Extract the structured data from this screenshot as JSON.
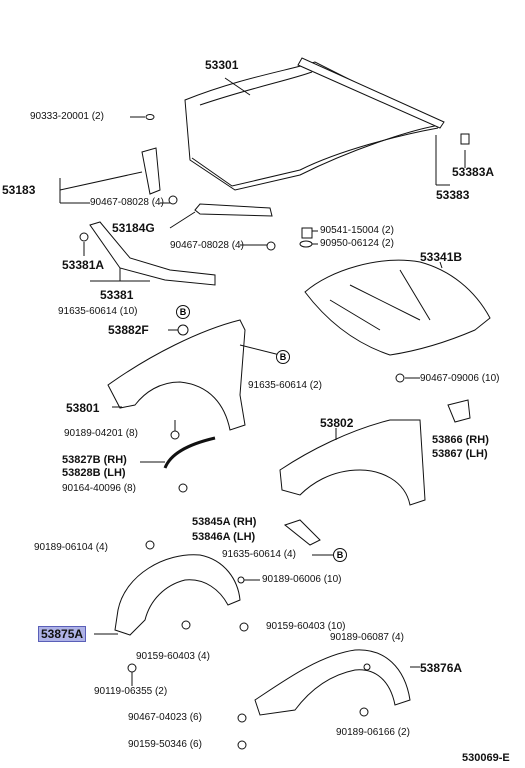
{
  "diagram": {
    "id": "530069-E",
    "parts": {
      "p53301": "53301",
      "p90333": "90333-20001 (2)",
      "p53383A": "53383A",
      "p53383": "53383",
      "p53183": "53183",
      "p90467a": "90467-08028 (4)",
      "p53184G": "53184G",
      "p90467b": "90467-08028 (4)",
      "p90541": "90541-15004 (2)",
      "p90950": "90950-06124 (2)",
      "p53381A": "53381A",
      "p53381": "53381",
      "p53341B": "53341B",
      "p91635a": "91635-60614 (10)",
      "p53882F": "53882F",
      "p91635b": "91635-60614 (2)",
      "p90467c": "90467-09006 (10)",
      "p53801": "53801",
      "p53802": "53802",
      "p90189a": "90189-04201 (8)",
      "p53827B": "53827B (RH)",
      "p53828B": "53828B (LH)",
      "p90164": "90164-40096 (8)",
      "p53866": "53866 (RH)",
      "p53867": "53867 (LH)",
      "p53845A": "53845A (RH)",
      "p53846A": "53846A (LH)",
      "p91635c": "91635-60614 (4)",
      "p90189b": "90189-06104 (4)",
      "p90189c": "90189-06006 (10)",
      "p53875A": "53875A",
      "p90159a": "90159-60403 (10)",
      "p90189d": "90189-06087 (4)",
      "p90159b": "90159-60403 (4)",
      "p53876A": "53876A",
      "p90119": "90119-06355 (2)",
      "p90467d": "90467-04023 (6)",
      "p90159c": "90159-50346 (6)",
      "p90189e": "90189-06166 (2)"
    },
    "bubble": "B",
    "highlight_color": "#aeb2e6"
  }
}
